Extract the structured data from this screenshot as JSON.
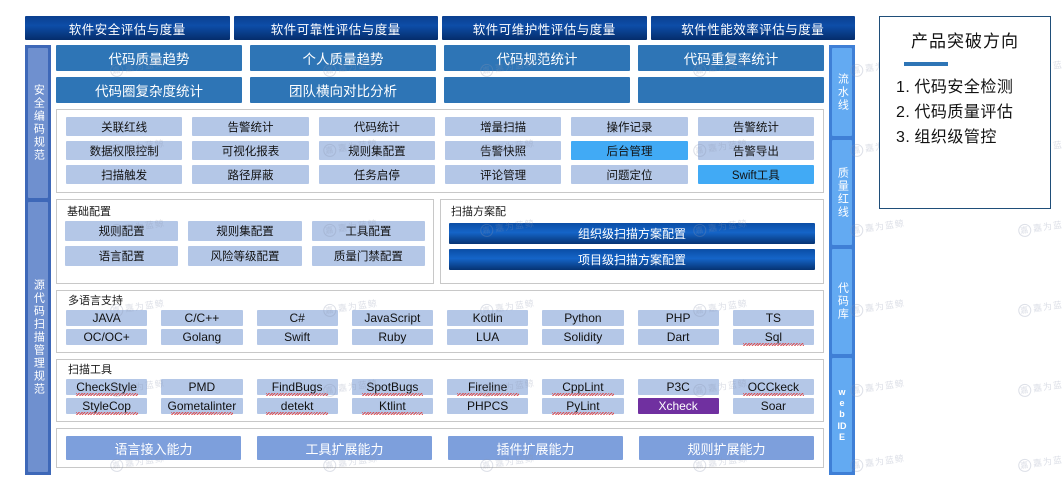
{
  "header": {
    "tabs": [
      {
        "label": "软件安全评估与度量"
      },
      {
        "label": "软件可靠性评估与度量"
      },
      {
        "label": "软件可维护性评估与度量"
      },
      {
        "label": "软件性能效率评估与度量"
      }
    ]
  },
  "left_rail": {
    "tabs": [
      {
        "label": "安全编码规范"
      },
      {
        "label": "源代码扫描管理规范"
      }
    ]
  },
  "right_rail": {
    "tabs": [
      {
        "label": "流水线"
      },
      {
        "label": "质量红线"
      },
      {
        "label": "代码库"
      },
      {
        "label": "webIDE"
      }
    ]
  },
  "headline": {
    "buttons": [
      {
        "label": "代码质量趋势",
        "empty": false
      },
      {
        "label": "个人质量趋势",
        "empty": false
      },
      {
        "label": "代码规范统计",
        "empty": false
      },
      {
        "label": "代码重复率统计",
        "empty": false
      },
      {
        "label": "代码圈复杂度统计",
        "empty": false
      },
      {
        "label": "团队横向对比分析",
        "empty": false
      },
      {
        "label": "",
        "empty": true
      },
      {
        "label": "",
        "empty": true
      }
    ]
  },
  "features": {
    "chips": [
      {
        "label": "关联红线",
        "state": "normal"
      },
      {
        "label": "告警统计",
        "state": "normal"
      },
      {
        "label": "代码统计",
        "state": "normal"
      },
      {
        "label": "增量扫描",
        "state": "normal"
      },
      {
        "label": "操作记录",
        "state": "normal"
      },
      {
        "label": "告警统计",
        "state": "normal"
      },
      {
        "label": "数据权限控制",
        "state": "normal"
      },
      {
        "label": "可视化报表",
        "state": "normal"
      },
      {
        "label": "规则集配置",
        "state": "normal"
      },
      {
        "label": "告警快照",
        "state": "normal"
      },
      {
        "label": "后台管理",
        "state": "highlight"
      },
      {
        "label": "告警导出",
        "state": "normal"
      },
      {
        "label": "扫描触发",
        "state": "normal"
      },
      {
        "label": "路径屏蔽",
        "state": "normal"
      },
      {
        "label": "任务启停",
        "state": "normal"
      },
      {
        "label": "评论管理",
        "state": "normal"
      },
      {
        "label": "问题定位",
        "state": "normal"
      },
      {
        "label": "Swift工具",
        "state": "highlight"
      }
    ]
  },
  "basic_config": {
    "title": "基础配置",
    "chips": [
      {
        "label": "规则配置"
      },
      {
        "label": "规则集配置"
      },
      {
        "label": "工具配置"
      },
      {
        "label": "语言配置"
      },
      {
        "label": "风险等级配置"
      },
      {
        "label": "质量门禁配置"
      }
    ]
  },
  "scan_plan": {
    "title": "扫描方案配",
    "buttons": [
      {
        "label": "组织级扫描方案配置"
      },
      {
        "label": "项目级扫描方案配置"
      }
    ]
  },
  "languages": {
    "title": "多语言支持",
    "chips": [
      {
        "label": "JAVA",
        "squiggle": false
      },
      {
        "label": "C/C++",
        "squiggle": false
      },
      {
        "label": "C#",
        "squiggle": false
      },
      {
        "label": "JavaScript",
        "squiggle": false
      },
      {
        "label": "Kotlin",
        "squiggle": false
      },
      {
        "label": "Python",
        "squiggle": false
      },
      {
        "label": "PHP",
        "squiggle": false
      },
      {
        "label": "TS",
        "squiggle": false
      },
      {
        "label": "OC/OC+",
        "squiggle": false
      },
      {
        "label": "Golang",
        "squiggle": false
      },
      {
        "label": "Swift",
        "squiggle": false
      },
      {
        "label": "Ruby",
        "squiggle": false
      },
      {
        "label": "LUA",
        "squiggle": false
      },
      {
        "label": "Solidity",
        "squiggle": false
      },
      {
        "label": "Dart",
        "squiggle": false
      },
      {
        "label": "Sql",
        "squiggle": true
      }
    ]
  },
  "scan_tools": {
    "title": "扫描工具",
    "chips": [
      {
        "label": "CheckStyle",
        "squiggle": true,
        "purple": false
      },
      {
        "label": "PMD",
        "squiggle": false,
        "purple": false
      },
      {
        "label": "FindBugs",
        "squiggle": true,
        "purple": false
      },
      {
        "label": "SpotBugs",
        "squiggle": true,
        "purple": false
      },
      {
        "label": "Fireline",
        "squiggle": true,
        "purple": false
      },
      {
        "label": "CppLint",
        "squiggle": true,
        "purple": false
      },
      {
        "label": "P3C",
        "squiggle": false,
        "purple": false
      },
      {
        "label": "OCCkeck",
        "squiggle": true,
        "purple": false
      },
      {
        "label": "StyleCop",
        "squiggle": true,
        "purple": false
      },
      {
        "label": "Gometalinter",
        "squiggle": true,
        "purple": false
      },
      {
        "label": "detekt",
        "squiggle": true,
        "purple": false
      },
      {
        "label": "Ktlint",
        "squiggle": true,
        "purple": false
      },
      {
        "label": "PHPCS",
        "squiggle": false,
        "purple": false
      },
      {
        "label": "PyLint",
        "squiggle": true,
        "purple": false
      },
      {
        "label": "Xcheck",
        "squiggle": false,
        "purple": true
      },
      {
        "label": "Soar",
        "squiggle": false,
        "purple": false
      }
    ]
  },
  "capabilities": {
    "buttons": [
      {
        "label": "语言接入能力"
      },
      {
        "label": "工具扩展能力"
      },
      {
        "label": "插件扩展能力"
      },
      {
        "label": "规则扩展能力"
      }
    ]
  },
  "info_panel": {
    "title": "产品突破方向",
    "accent_color": "#2e75b6",
    "items": [
      {
        "num": "1.",
        "label": "代码安全检测"
      },
      {
        "num": "2.",
        "label": "代码质量评估"
      },
      {
        "num": "3.",
        "label": "组织级管控"
      }
    ]
  },
  "watermark": {
    "text": "嘉为蓝鲸",
    "mark": "嘉"
  }
}
